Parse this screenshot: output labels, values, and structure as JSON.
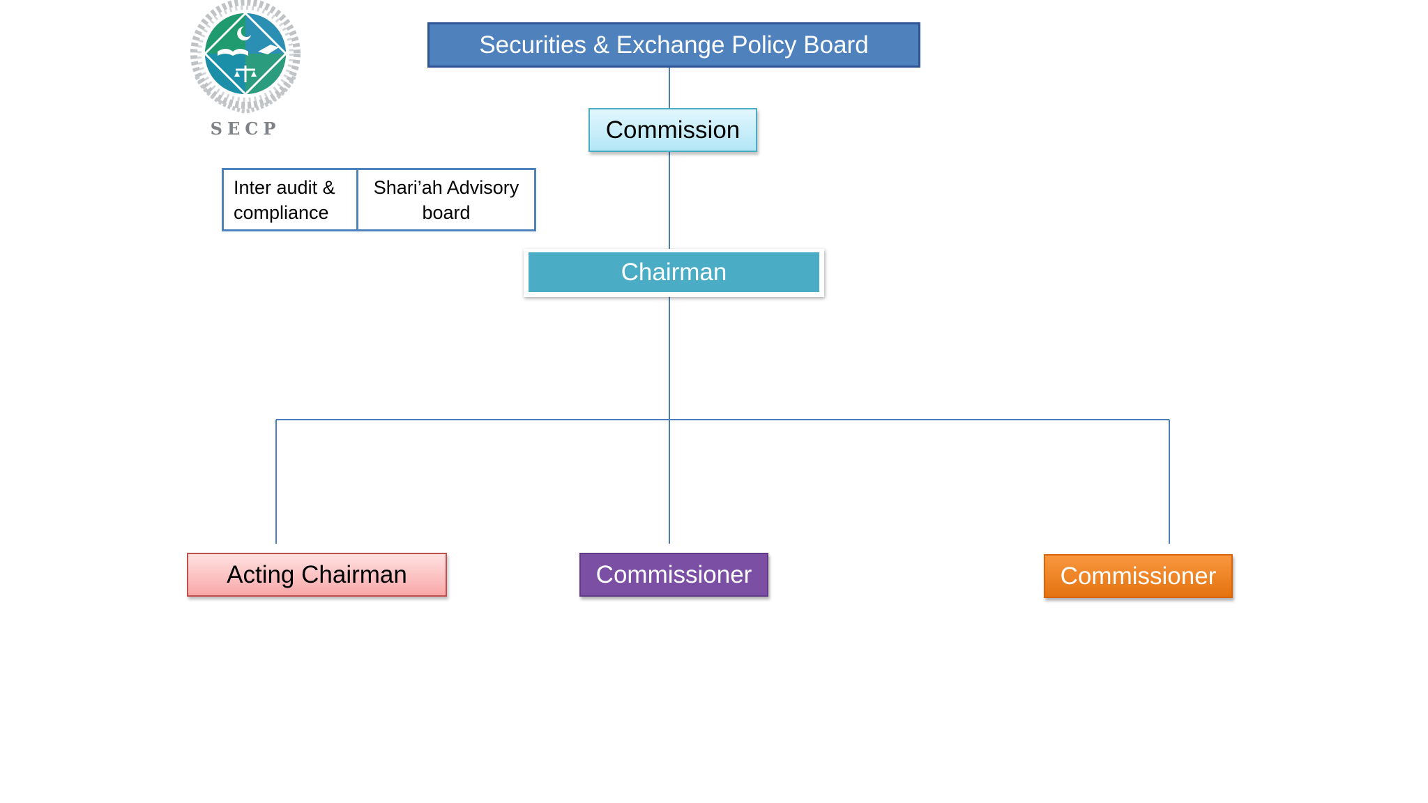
{
  "logo": {
    "text": "SECP"
  },
  "org_chart": {
    "policy_board": "Securities & Exchange Policy Board",
    "commission": "Commission",
    "advisory": {
      "audit_line1": "Inter audit &",
      "audit_line2": "compliance",
      "shariah_line1": "Shari’ah Advisory",
      "shariah_line2": "board"
    },
    "chairman": "Chairman",
    "acting_chairman": "Acting Chairman",
    "commissioner_1": "Commissioner",
    "commissioner_2": "Commissioner"
  },
  "colors": {
    "policy_board": "#4f81bd",
    "commission": "#daf2fb",
    "chairman": "#4bacc6",
    "acting_chairman": "#fbb8b8",
    "commissioner_1": "#7b4fa3",
    "commissioner_2": "#f28a2e",
    "connector": "#4a7ebb"
  }
}
